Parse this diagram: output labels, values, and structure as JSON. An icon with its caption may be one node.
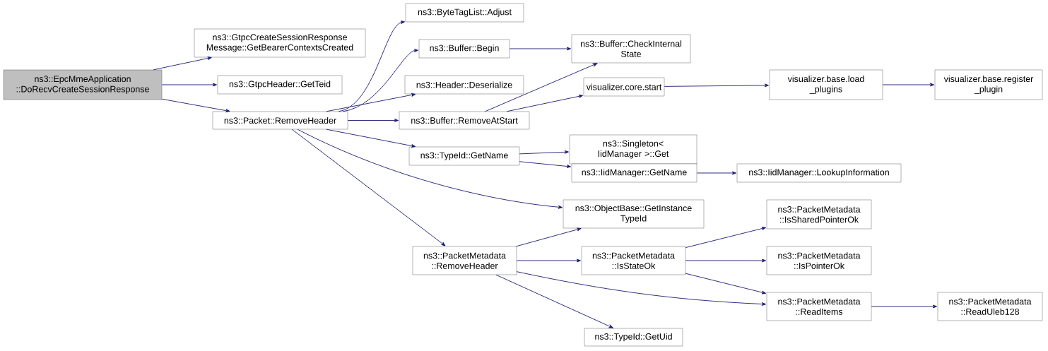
{
  "diagram": {
    "nodes": [
      {
        "text": [
          "ns3::EpcMmeApplication ::DoRecvCreateSessionResponse"
        ]
      },
      {
        "text": [
          "ns3::GtpcCreateSessionResponse Message::GetBearerContextsCreated"
        ]
      },
      {
        "text": [
          "ns3::GtpcHeader::GetTeid"
        ]
      },
      {
        "text": [
          "ns3::Packet::RemoveHeader"
        ]
      },
      {
        "text": [
          "ns3::ByteTagList::Adjust"
        ]
      },
      {
        "text": [
          "ns3::Buffer::Begin"
        ]
      },
      {
        "text": [
          "ns3::Header::Deserialize"
        ]
      },
      {
        "text": [
          "ns3::Buffer::RemoveAtStart"
        ]
      },
      {
        "text": [
          "ns3::Buffer::CheckInternal State"
        ]
      },
      {
        "text": [
          "visualizer.core.start"
        ]
      },
      {
        "text": [
          "visualizer.base.load _plugins"
        ]
      },
      {
        "text": [
          "visualizer.base.register _plugin"
        ]
      },
      {
        "text": [
          "ns3::TypeId::GetName"
        ]
      },
      {
        "text": [
          "ns3::Singleton< IidManager >::Get"
        ]
      },
      {
        "text": [
          "ns3::IidManager::GetName"
        ]
      },
      {
        "text": [
          "ns3::IidManager::LookupInformation"
        ]
      },
      {
        "text": [
          "ns3::ObjectBase::GetInstance TypeId"
        ]
      },
      {
        "text": [
          "ns3::PacketMetadata ::RemoveHeader"
        ]
      },
      {
        "text": [
          "ns3::PacketMetadata ::IsStateOk"
        ]
      },
      {
        "text": [
          "ns3::PacketMetadata ::IsSharedPointerOk"
        ]
      },
      {
        "text": [
          "ns3::PacketMetadata ::IsPointerOk"
        ]
      },
      {
        "text": [
          "ns3::PacketMetadata ::ReadItems"
        ]
      },
      {
        "text": [
          "ns3::TypeId::GetUid"
        ]
      },
      {
        "text": [
          "ns3::PacketMetadata ::ReadUleb128"
        ]
      }
    ],
    "edges": [
      {
        "from": 0,
        "to": 1,
        "arrow": "to"
      },
      {
        "from": 0,
        "to": 2,
        "arrow": "to"
      },
      {
        "from": 0,
        "to": 3,
        "arrow": "to"
      },
      {
        "from": 3,
        "to": 4,
        "arrow": "to"
      },
      {
        "from": 3,
        "to": 5,
        "arrow": "to"
      },
      {
        "from": 3,
        "to": 6,
        "arrow": "to"
      },
      {
        "from": 3,
        "to": 7,
        "arrow": "to"
      },
      {
        "from": 3,
        "to": 12,
        "arrow": "to"
      },
      {
        "from": 3,
        "to": 16,
        "arrow": "to"
      },
      {
        "from": 3,
        "to": 17,
        "arrow": "to"
      },
      {
        "from": 5,
        "to": 8,
        "arrow": "to"
      },
      {
        "from": 7,
        "to": 8,
        "arrow": "to"
      },
      {
        "from": 7,
        "to": 9,
        "arrow": "to"
      },
      {
        "from": 9,
        "to": 10,
        "arrow": "to"
      },
      {
        "from": 10,
        "to": 11,
        "arrow": "to"
      },
      {
        "from": 12,
        "to": 13,
        "arrow": "to"
      },
      {
        "from": 12,
        "to": 14,
        "arrow": "to"
      },
      {
        "from": 14,
        "to": 15,
        "arrow": "to"
      },
      {
        "from": 17,
        "to": 16,
        "arrow": "to"
      },
      {
        "from": 17,
        "to": 18,
        "arrow": "to"
      },
      {
        "from": 17,
        "to": 21,
        "arrow": "to"
      },
      {
        "from": 17,
        "to": 22,
        "arrow": "to"
      },
      {
        "from": 18,
        "to": 19,
        "arrow": "to"
      },
      {
        "from": 18,
        "to": 20,
        "arrow": "to"
      },
      {
        "from": 18,
        "to": 21,
        "arrow": "to"
      },
      {
        "from": 21,
        "to": 23,
        "arrow": "to"
      }
    ]
  }
}
